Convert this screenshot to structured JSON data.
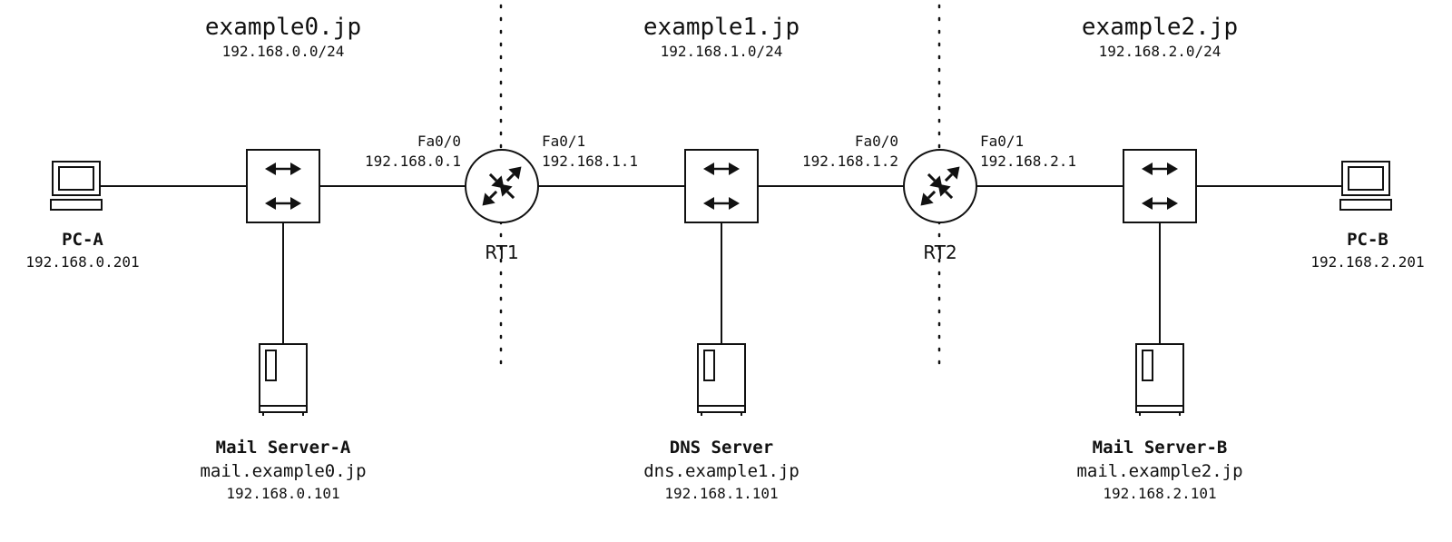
{
  "zones": [
    {
      "name": "example0.jp",
      "network": "192.168.0.0/24"
    },
    {
      "name": "example1.jp",
      "network": "192.168.1.0/24"
    },
    {
      "name": "example2.jp",
      "network": "192.168.2.0/24"
    }
  ],
  "routers": [
    {
      "name": "RT1",
      "left_if": "Fa0/0",
      "left_ip": "192.168.0.1",
      "right_if": "Fa0/1",
      "right_ip": "192.168.1.1"
    },
    {
      "name": "RT2",
      "left_if": "Fa0/0",
      "left_ip": "192.168.1.2",
      "right_if": "Fa0/1",
      "right_ip": "192.168.2.1"
    }
  ],
  "pcs": [
    {
      "name": "PC-A",
      "ip": "192.168.0.201"
    },
    {
      "name": "PC-B",
      "ip": "192.168.2.201"
    }
  ],
  "servers": [
    {
      "name": "Mail Server-A",
      "fqdn": "mail.example0.jp",
      "ip": "192.168.0.101"
    },
    {
      "name": "DNS Server",
      "fqdn": "dns.example1.jp",
      "ip": "192.168.1.101"
    },
    {
      "name": "Mail Server-B",
      "fqdn": "mail.example2.jp",
      "ip": "192.168.2.101"
    }
  ]
}
